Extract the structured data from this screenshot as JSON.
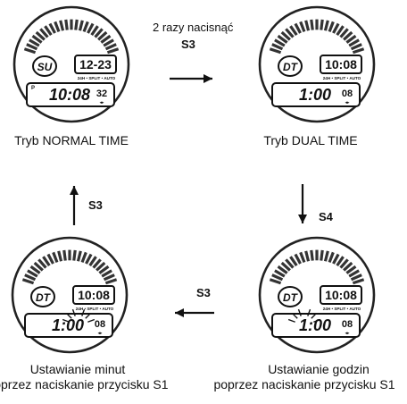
{
  "watches": [
    {
      "id": "normal",
      "mode_badge": "SU",
      "top_display": "12-23",
      "bar_text": "24H • SPLIT • AUTO",
      "main_time": "10:08",
      "main_seconds": "32",
      "indicator": "P",
      "blink_segment": "none"
    },
    {
      "id": "dual",
      "mode_badge": "DT",
      "top_display": "10:08",
      "bar_text": "24H • SPLIT • AUTO",
      "main_time": "1:00",
      "main_seconds": "08",
      "indicator": "",
      "blink_segment": "none"
    },
    {
      "id": "set-minutes",
      "mode_badge": "DT",
      "top_display": "10:08",
      "bar_text": "24H • SPLIT • AUTO",
      "main_time": "1:00",
      "main_seconds": "08",
      "indicator": "",
      "blink_segment": "minutes"
    },
    {
      "id": "set-hours",
      "mode_badge": "DT",
      "top_display": "10:08",
      "bar_text": "24H • SPLIT • AUTO",
      "main_time": "1:00",
      "main_seconds": "08",
      "indicator": "",
      "blink_segment": "hours"
    }
  ],
  "labels": {
    "normal": "Tryb NORMAL TIME",
    "dual": "Tryb DUAL TIME",
    "set_minutes_1": "Ustawianie minut",
    "set_minutes_2": "poprzez naciskanie przycisku S1",
    "set_hours_1": "Ustawianie godzin",
    "set_hours_2": "poprzez naciskanie przycisku S1"
  },
  "steps": {
    "top_note": "2 razy nacisnąć",
    "top_button": "S3",
    "right_button": "S4",
    "bottom_button": "S3",
    "left_button": "S3"
  }
}
